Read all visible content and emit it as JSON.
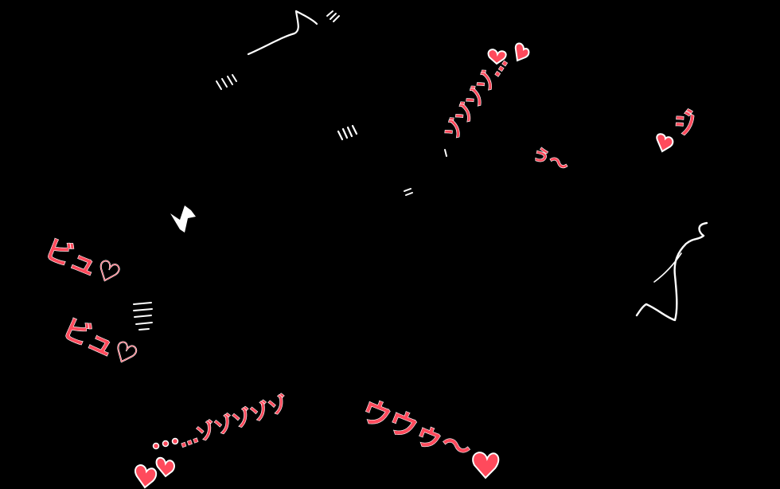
{
  "canvas": {
    "background": "#000000"
  },
  "colors": {
    "sfx_fill": "#ff4a5c",
    "sfx_outline": "#ffffff",
    "line_art": "#ffffff"
  },
  "sfx": {
    "sfx_1": "ビュ♡",
    "sfx_2": "ビュ♡",
    "sfx_3": "ウウゥ〜",
    "sfx_4": "ゾゾゾゾ…",
    "sfx_5": "ぅ〜",
    "sfx_6": "…ゾゾゾゾゾ",
    "sfx_7": "ジ"
  }
}
